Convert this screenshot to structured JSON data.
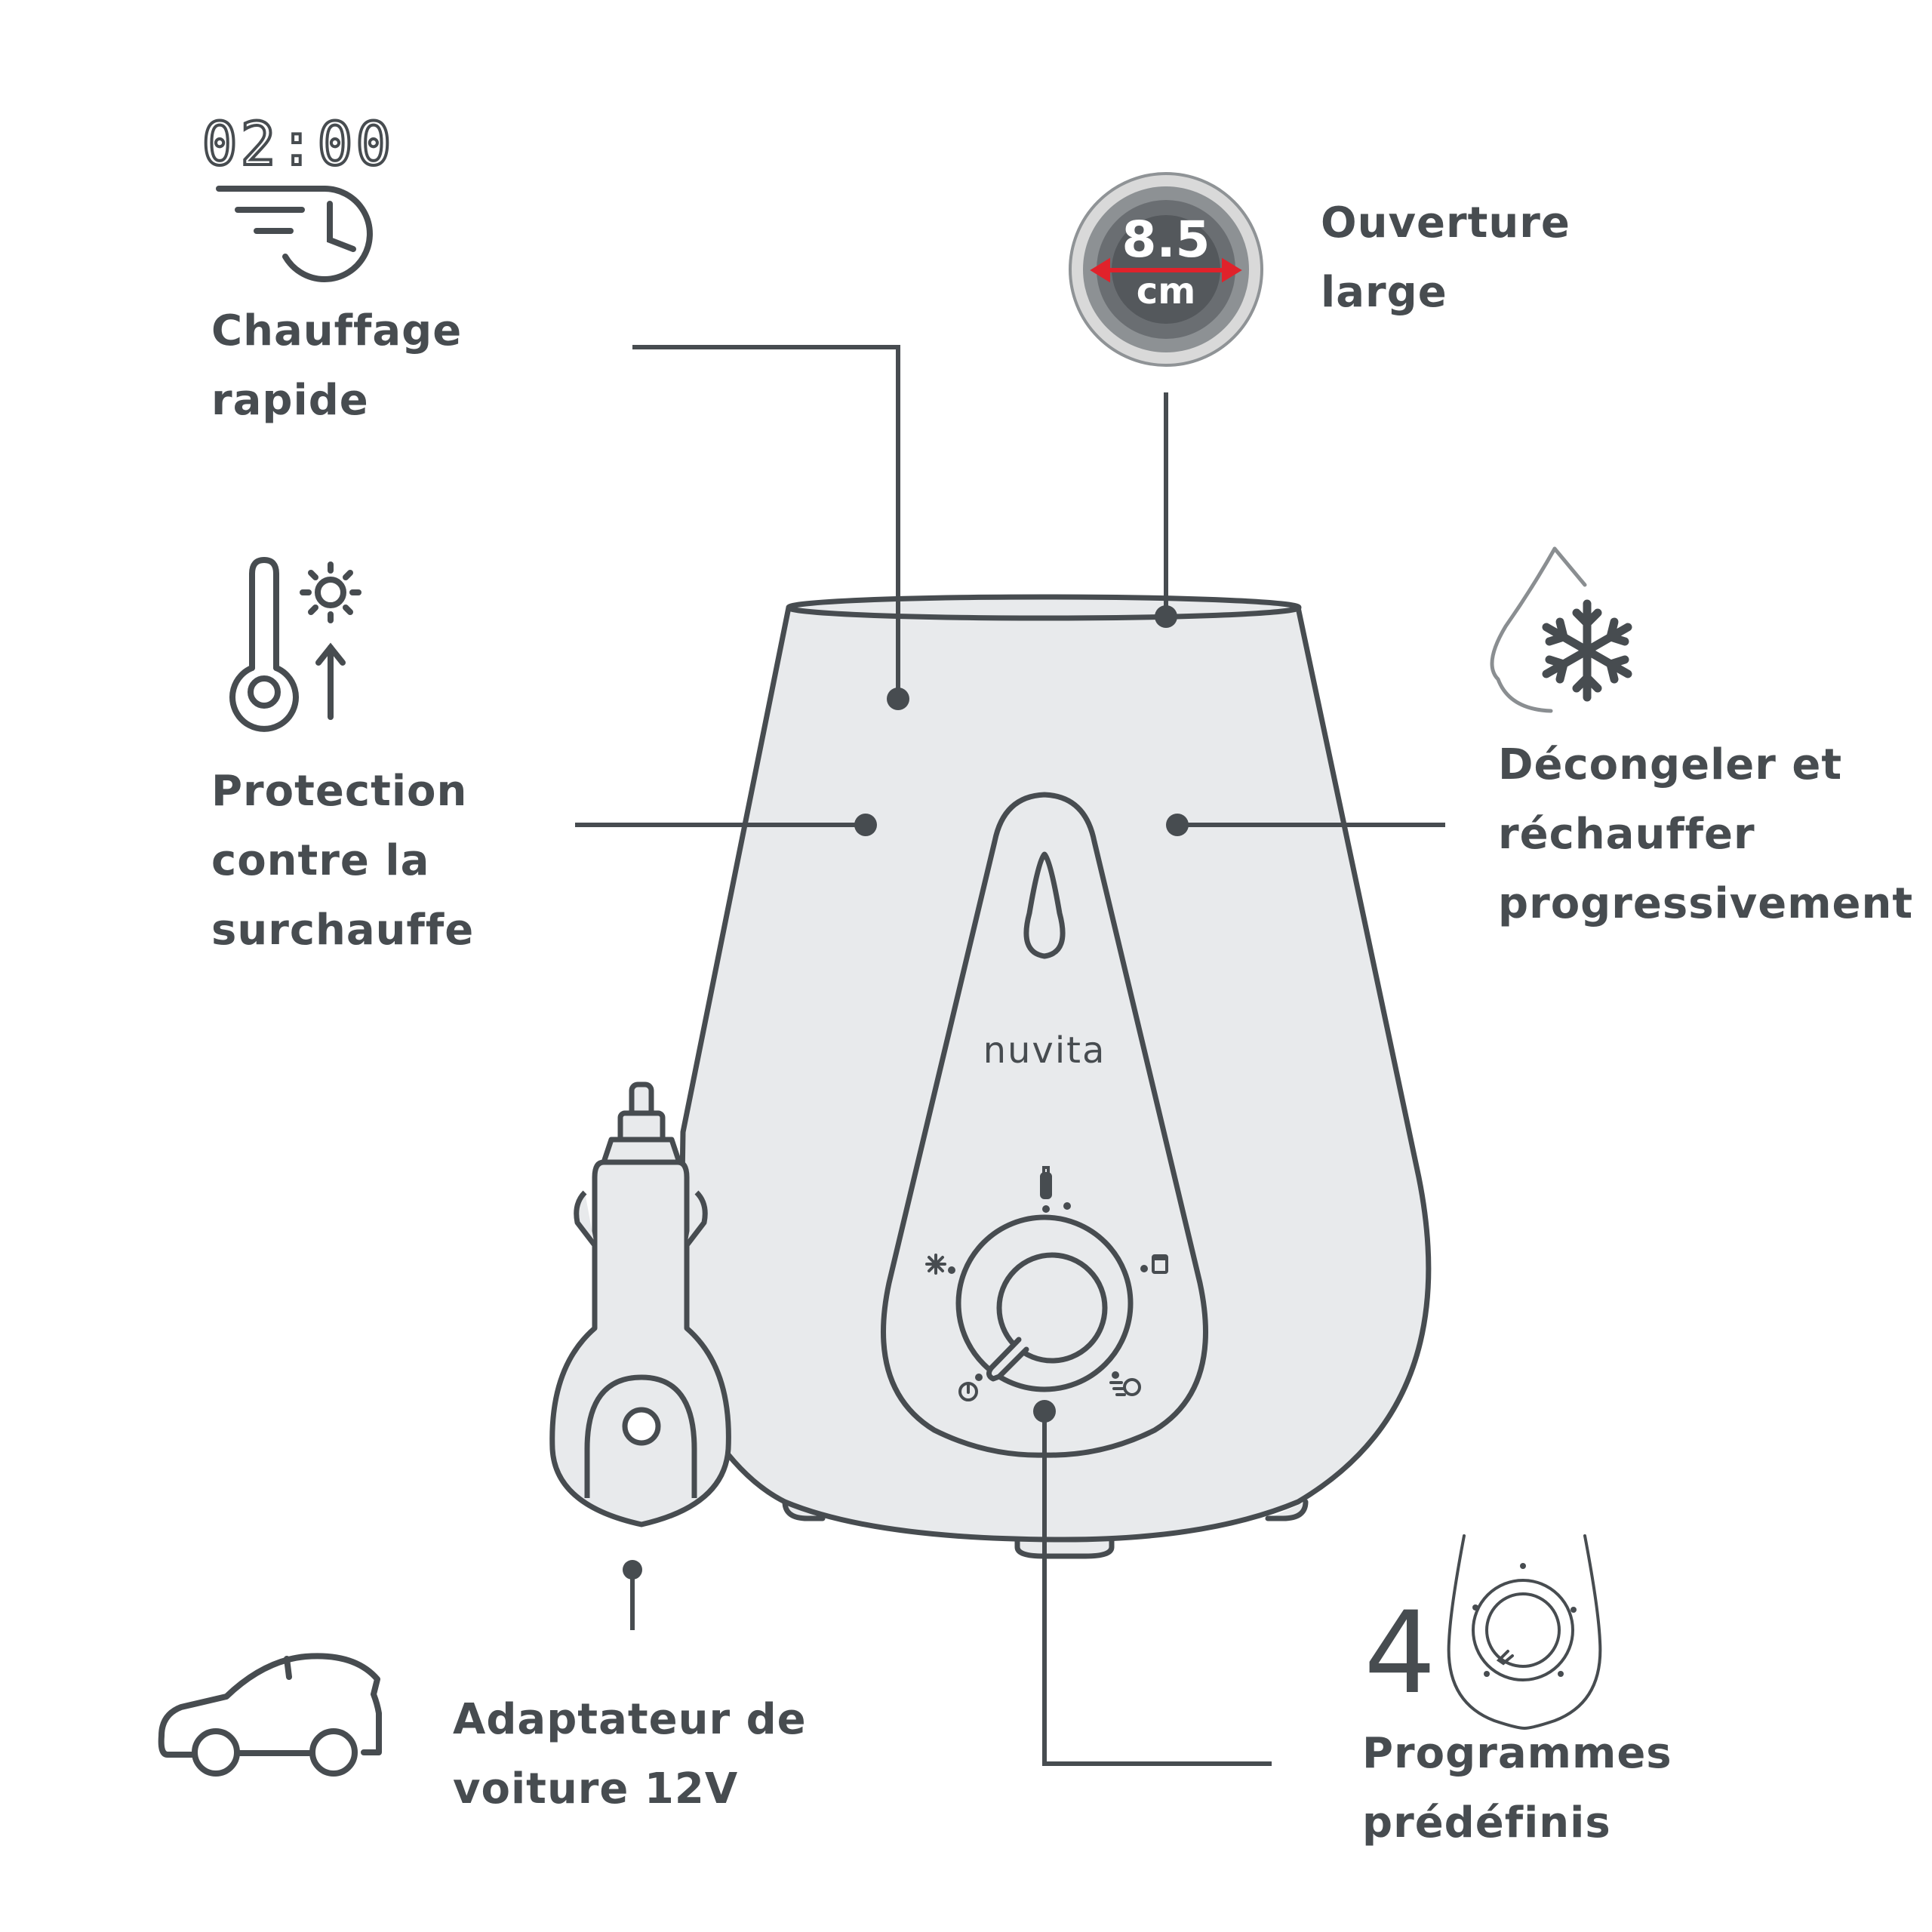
{
  "timer_display": "02:00",
  "opening_size": {
    "value": "8.5",
    "unit": "cm"
  },
  "brand": "nuvita",
  "program_count": "4",
  "features": {
    "fast_heating": [
      "Chauffage",
      "rapide"
    ],
    "overheat_protection": [
      "Protection",
      "contre la",
      "surchauffe"
    ],
    "wide_opening": [
      "Ouverture",
      "large"
    ],
    "defrost": [
      "Décongeler et",
      "réchauffer",
      "progressivement"
    ],
    "car_adapter": [
      "Adaptateur de",
      "voiture 12V"
    ],
    "programs": [
      "Programmes",
      "prédéfinis"
    ]
  },
  "colors": {
    "ink": "#474c50",
    "body_fill": "#e8eaec",
    "accent_red": "#e0222b"
  }
}
